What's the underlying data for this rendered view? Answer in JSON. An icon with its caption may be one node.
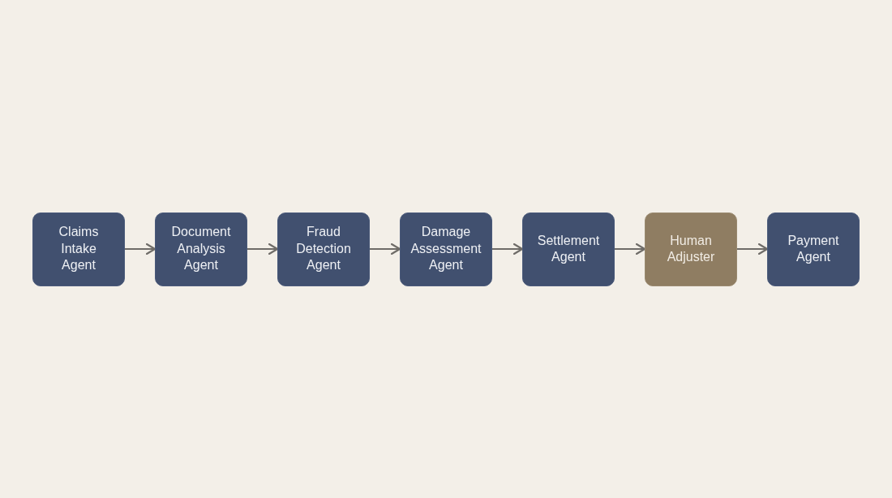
{
  "diagram": {
    "nodes": [
      {
        "text": [
          "Claims Intake Agent"
        ]
      },
      {
        "text": [
          "Document Analysis Agent"
        ]
      },
      {
        "text": [
          "Fraud Detection Agent"
        ]
      },
      {
        "text": [
          "Damage Assessment Agent"
        ]
      },
      {
        "text": [
          "Settlement Agent"
        ]
      },
      {
        "text": [
          "Human Adjuster"
        ]
      },
      {
        "text": [
          "Payment Agent"
        ]
      }
    ],
    "edges": [
      {
        "from": 0,
        "to": 1,
        "arrow": "to"
      },
      {
        "from": 1,
        "to": 2,
        "arrow": "to"
      },
      {
        "from": 2,
        "to": 3,
        "arrow": "to"
      },
      {
        "from": 3,
        "to": 4,
        "arrow": "to"
      },
      {
        "from": 4,
        "to": 5,
        "arrow": "to"
      },
      {
        "from": 5,
        "to": 6,
        "arrow": "to"
      }
    ]
  }
}
